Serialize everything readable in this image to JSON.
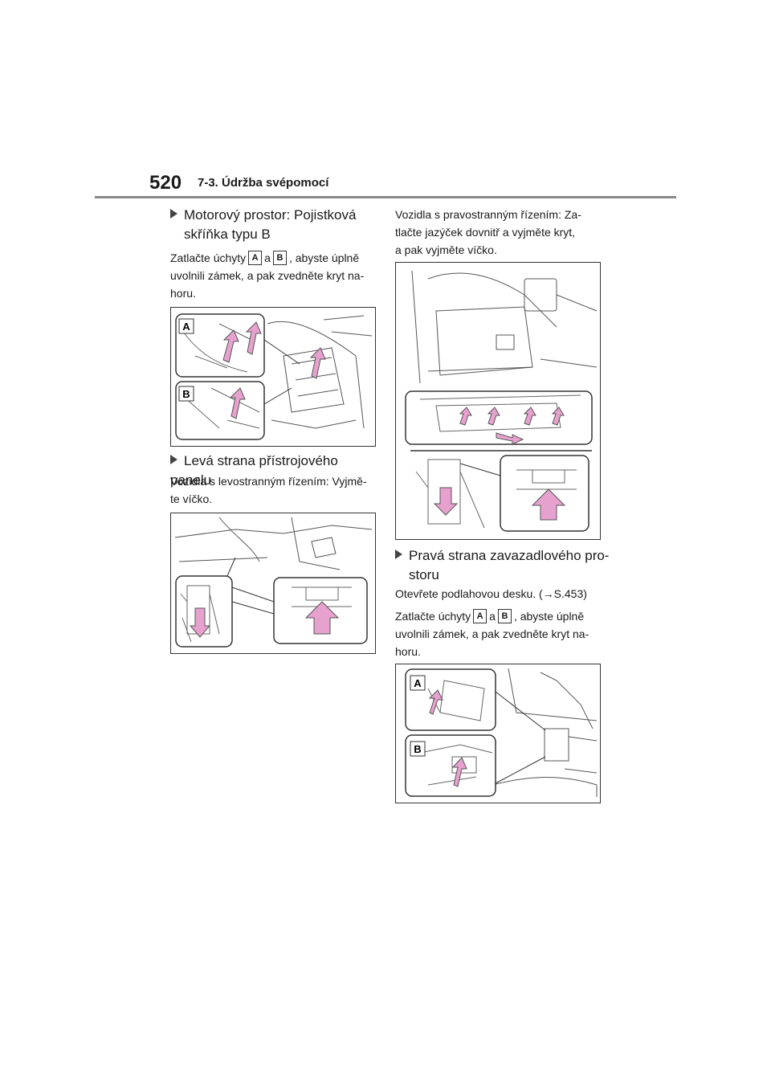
{
  "header": {
    "page_number": "520",
    "section_title": "7-3. Údržba svépomocí"
  },
  "left": {
    "h1_line1": "Motorový prostor: Pojistková",
    "h1_line2": "skříňka typu B",
    "p1_pre": "Zatlačte úchyty",
    "p1_mid": "a",
    "p1_post": ", abyste úplně",
    "p1_line2": "uvolnili zámek, a pak zvedněte kryt na-",
    "p1_line3": "horu.",
    "h2": "Levá strana přístrojového panelu",
    "p2_line1": "Vozidla s levostranným řízením: Vyjmě-",
    "p2_line2": "te víčko."
  },
  "right": {
    "p1_line1": "Vozidla s pravostranným řízením: Za-",
    "p1_line2": "tlačte jazýček dovnitř a vyjměte kryt,",
    "p1_line3": "a pak vyjměte víčko.",
    "h1_line1": "Pravá strana zavazadlového pro-",
    "h1_line2": "storu",
    "p2": "Otevřete podlahovou desku. (→S.453)",
    "p3_pre": "Zatlačte úchyty",
    "p3_mid": "a",
    "p3_post": ", abyste úplně",
    "p3_line2": "uvolnili zámek, a pak zvedněte kryt na-",
    "p3_line3": "horu."
  },
  "labels": {
    "a": "A",
    "b": "B"
  },
  "colors": {
    "arrow": "#e7a1cf",
    "line": "#333333",
    "rule": "#8a8a8a"
  }
}
